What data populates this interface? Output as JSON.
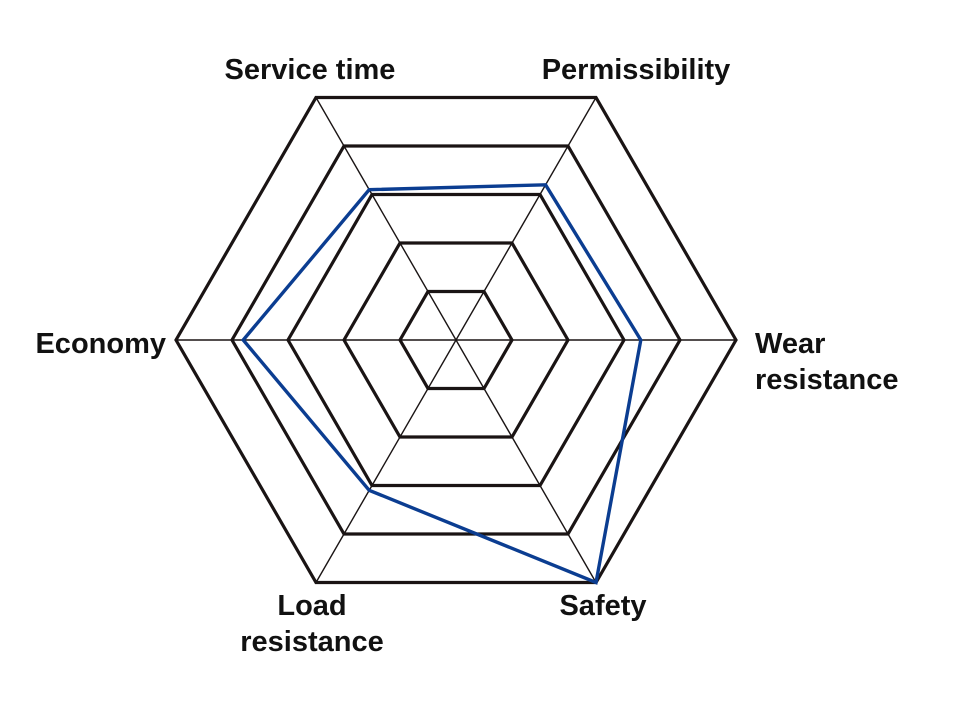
{
  "chart_data": {
    "type": "radar",
    "axes": [
      {
        "key": "wear",
        "label_lines": [
          "Wear",
          "resistance"
        ]
      },
      {
        "key": "permissibility",
        "label_lines": [
          "Permissibility"
        ]
      },
      {
        "key": "service",
        "label_lines": [
          "Service time"
        ]
      },
      {
        "key": "economy",
        "label_lines": [
          "Economy"
        ]
      },
      {
        "key": "load",
        "label_lines": [
          "Load",
          "resistance"
        ]
      },
      {
        "key": "safety",
        "label_lines": [
          "Safety"
        ]
      }
    ],
    "rings": [
      1,
      2,
      3,
      4,
      5
    ],
    "max": 5,
    "series": [
      {
        "values": [
          3.3,
          3.2,
          3.1,
          3.8,
          3.1,
          5.0
        ],
        "color": "#0b3d91"
      }
    ],
    "grid": true,
    "legend": "none"
  }
}
